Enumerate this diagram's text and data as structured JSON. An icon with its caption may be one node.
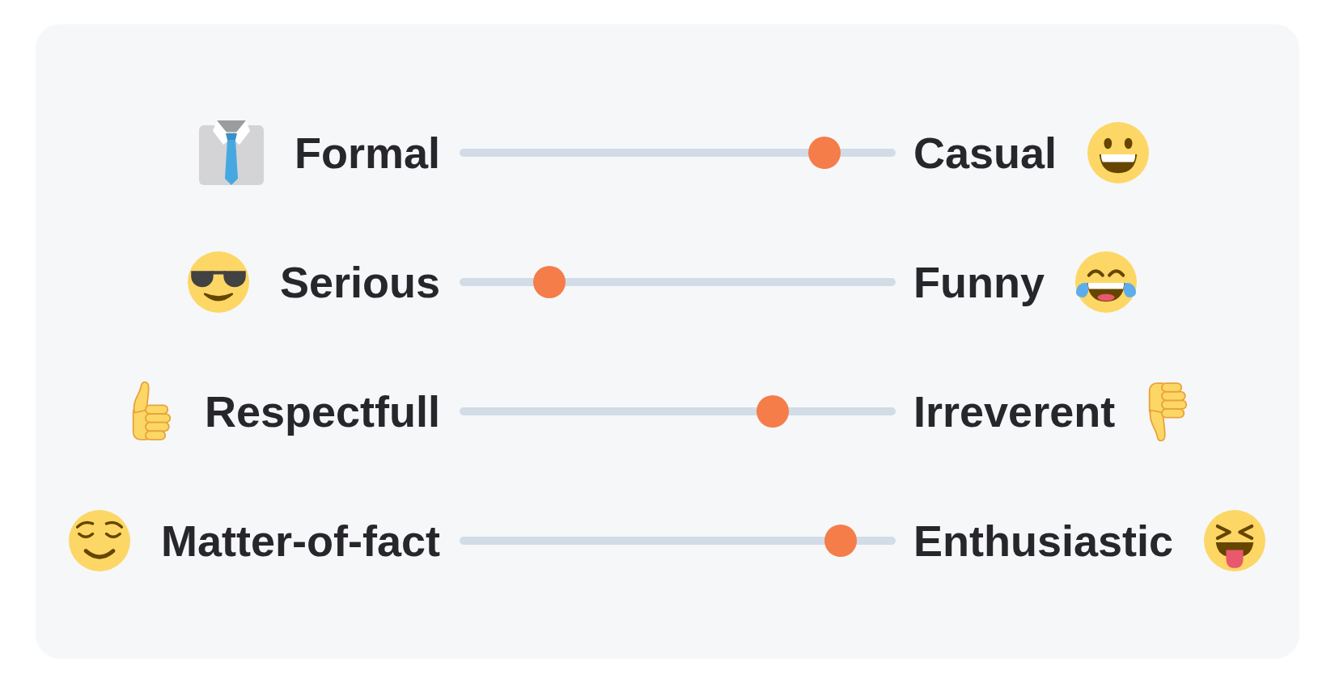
{
  "diagram": {
    "labels": [
      "Formal",
      "Casual",
      "Serious",
      "Funny",
      "Respectfull",
      "Irreverent",
      "Matter-of-fact",
      "Enthusiastic"
    ]
  }
}
